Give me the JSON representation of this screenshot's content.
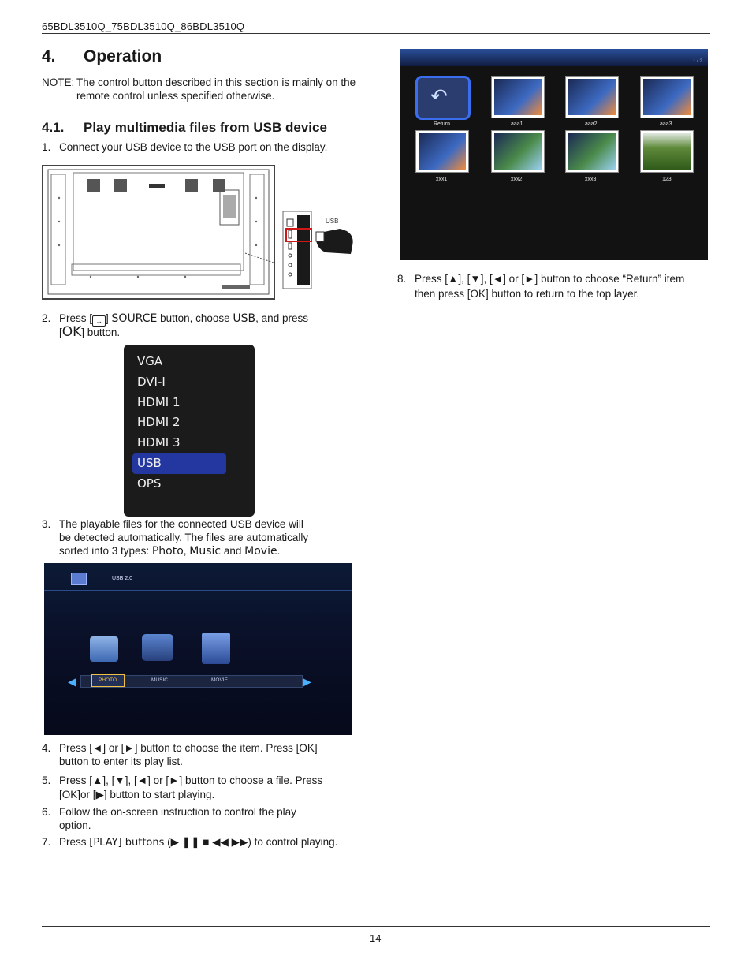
{
  "header": {
    "model": "65BDL3510Q_75BDL3510Q_86BDL3510Q"
  },
  "section": {
    "number": "4.",
    "title": "Operation"
  },
  "note": {
    "label": "NOTE:",
    "text": "The control button described in this section is mainly on the remote control unless specified otherwise."
  },
  "subsection": {
    "number": "4.1.",
    "title": "Play multimedia files from USB device"
  },
  "steps": {
    "s1": {
      "num": "1.",
      "text": "Connect your USB device to the USB port on the display."
    },
    "s2": {
      "num": "2.",
      "l1_a": "Press [",
      "l1_b": "] ",
      "source": "SOURCE",
      "l1_c": " button, choose ",
      "usb": "USB",
      "l1_d": ", and press",
      "l2_a": "[",
      "ok": "OK",
      "l2_b": "] button."
    },
    "s3": {
      "num": "3.",
      "l1": "The playable files for the connected USB device will",
      "l2": "be detected automatically. The files are automatically",
      "l3_a": "sorted into 3 types:  ",
      "photo": "Photo",
      "comma": ", ",
      "music": "Music",
      "and": " and ",
      "movie": "Movie",
      "dot": "."
    },
    "s4": {
      "num": "4.",
      "l1": "Press [◄] or [►] button to choose the item. Press [OK]",
      "l2": "button to enter its play list."
    },
    "s5": {
      "num": "5.",
      "l1": "Press [▲], [▼], [◄] or [►] button to choose a file. Press",
      "l2": "[OK]or [▶] button to start playing."
    },
    "s6": {
      "num": "6.",
      "l1": "Follow the on-screen instruction to control the play",
      "l2": "option."
    },
    "s7": {
      "num": "7.",
      "a": "Press ",
      "b": "[PLAY] buttons",
      "c": " (▶ ❚❚ ■ ◀◀  ▶▶) to control playing."
    },
    "s8": {
      "num": "8.",
      "l1": "Press [▲], [▼], [◄] or [►] button to choose “Return” item",
      "l2": "then press [OK] button to return to the top layer."
    }
  },
  "tv_back": {
    "usb_label": "USB"
  },
  "source_menu": {
    "items": [
      "VGA",
      "DVI-I",
      "HDMI 1",
      "HDMI 2",
      "HDMI 3",
      "USB",
      "OPS"
    ],
    "selected": "USB"
  },
  "usb_screen": {
    "device": "USB 2.0",
    "tabs": [
      "PHOTO",
      "MUSIC",
      "MOVIE"
    ],
    "selected_tab": "PHOTO"
  },
  "browser": {
    "page": "1 / 2",
    "row1": [
      "Return",
      "aaa1",
      "aaa2",
      "aaa3"
    ],
    "row2": [
      "xxx1",
      "xxx2",
      "xxx3",
      "123"
    ]
  },
  "footer": {
    "page_number": "14"
  }
}
